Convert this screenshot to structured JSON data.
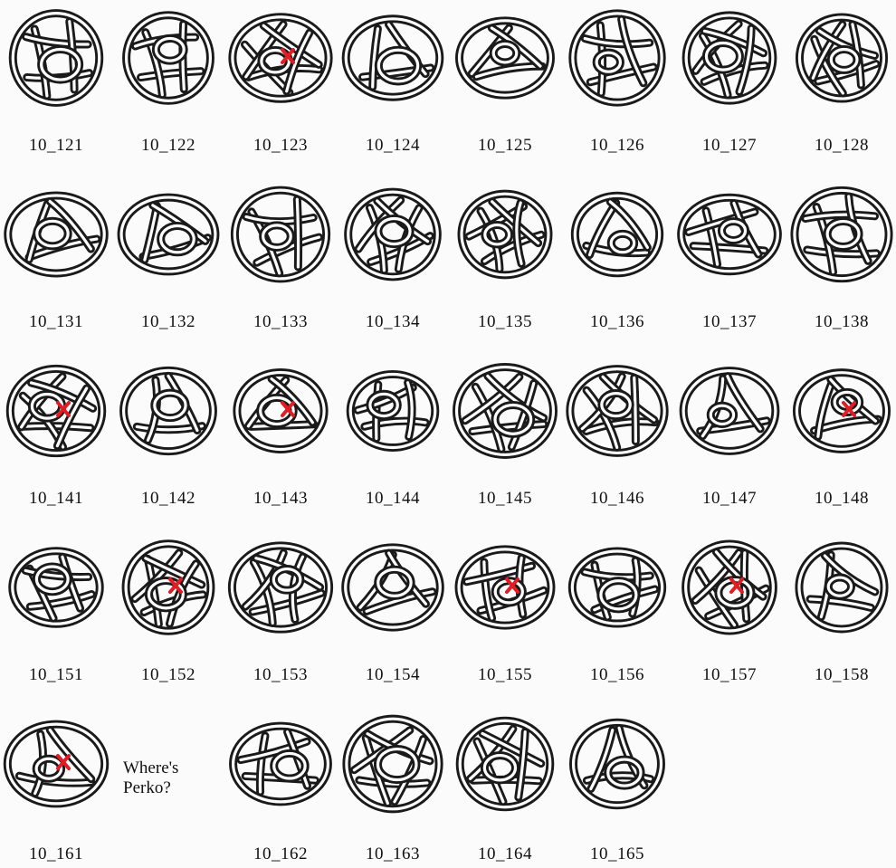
{
  "knots": [
    {
      "label": "10_121",
      "marked": false
    },
    {
      "label": "10_122",
      "marked": false
    },
    {
      "label": "10_123",
      "marked": true
    },
    {
      "label": "10_124",
      "marked": false
    },
    {
      "label": "10_125",
      "marked": false
    },
    {
      "label": "10_126",
      "marked": false
    },
    {
      "label": "10_127",
      "marked": false
    },
    {
      "label": "10_128",
      "marked": false
    },
    {
      "label": "10_131",
      "marked": false
    },
    {
      "label": "10_132",
      "marked": false
    },
    {
      "label": "10_133",
      "marked": false
    },
    {
      "label": "10_134",
      "marked": false
    },
    {
      "label": "10_135",
      "marked": false
    },
    {
      "label": "10_136",
      "marked": false
    },
    {
      "label": "10_137",
      "marked": false
    },
    {
      "label": "10_138",
      "marked": false
    },
    {
      "label": "10_141",
      "marked": true
    },
    {
      "label": "10_142",
      "marked": false
    },
    {
      "label": "10_143",
      "marked": true
    },
    {
      "label": "10_144",
      "marked": false
    },
    {
      "label": "10_145",
      "marked": false
    },
    {
      "label": "10_146",
      "marked": false
    },
    {
      "label": "10_147",
      "marked": false
    },
    {
      "label": "10_148",
      "marked": true
    },
    {
      "label": "10_151",
      "marked": false
    },
    {
      "label": "10_152",
      "marked": true
    },
    {
      "label": "10_153",
      "marked": false
    },
    {
      "label": "10_154",
      "marked": false
    },
    {
      "label": "10_155",
      "marked": true
    },
    {
      "label": "10_156",
      "marked": false
    },
    {
      "label": "10_157",
      "marked": true
    },
    {
      "label": "10_158",
      "marked": false
    },
    {
      "label": "10_161",
      "marked": true
    },
    {
      "label": "10_162",
      "marked": false
    },
    {
      "label": "10_163",
      "marked": false
    },
    {
      "label": "10_164",
      "marked": false
    },
    {
      "label": "10_165",
      "marked": false
    }
  ],
  "caption": {
    "line1": "Where's",
    "line2": "Perko?"
  },
  "colors": {
    "rope": "#1a1a1a",
    "rope_inner": "#ffffff",
    "mark": "#e31b23"
  }
}
